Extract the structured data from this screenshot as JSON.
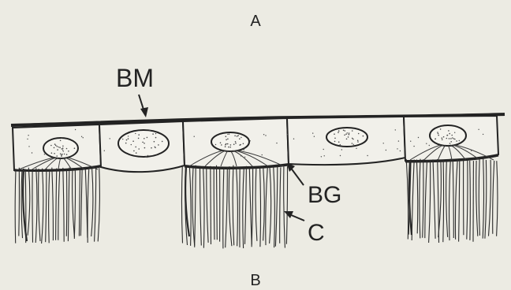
{
  "labels": {
    "a": "A",
    "bm": "BM",
    "bg": "BG",
    "c": "C",
    "b": "B"
  },
  "colors": {
    "background": "#ecebe3",
    "ink": "#232323",
    "cell_fill": "#f1f0ea"
  },
  "cells": [
    {
      "ciliated": true
    },
    {
      "ciliated": false
    },
    {
      "ciliated": true
    },
    {
      "ciliated": false
    },
    {
      "ciliated": true
    }
  ]
}
